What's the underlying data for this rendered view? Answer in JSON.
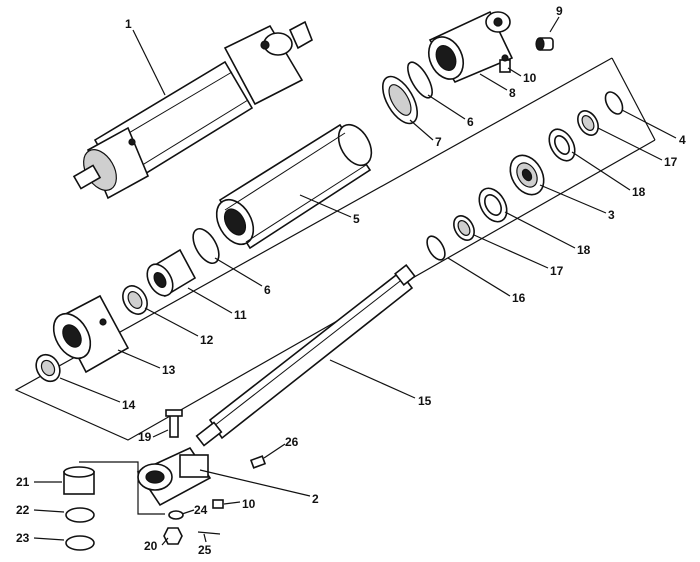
{
  "callouts": [
    {
      "id": "c1",
      "text": "1"
    },
    {
      "id": "c2",
      "text": "2"
    },
    {
      "id": "c3",
      "text": "3"
    },
    {
      "id": "c4",
      "text": "4"
    },
    {
      "id": "c5",
      "text": "5"
    },
    {
      "id": "c6a",
      "text": "6"
    },
    {
      "id": "c6b",
      "text": "6"
    },
    {
      "id": "c7",
      "text": "7"
    },
    {
      "id": "c8",
      "text": "8"
    },
    {
      "id": "c9",
      "text": "9"
    },
    {
      "id": "c10a",
      "text": "10"
    },
    {
      "id": "c10b",
      "text": "10"
    },
    {
      "id": "c11",
      "text": "11"
    },
    {
      "id": "c12",
      "text": "12"
    },
    {
      "id": "c13",
      "text": "13"
    },
    {
      "id": "c14",
      "text": "14"
    },
    {
      "id": "c15",
      "text": "15"
    },
    {
      "id": "c16",
      "text": "16"
    },
    {
      "id": "c17a",
      "text": "17"
    },
    {
      "id": "c17b",
      "text": "17"
    },
    {
      "id": "c18a",
      "text": "18"
    },
    {
      "id": "c18b",
      "text": "18"
    },
    {
      "id": "c19",
      "text": "19"
    },
    {
      "id": "c20",
      "text": "20"
    },
    {
      "id": "c21",
      "text": "21"
    },
    {
      "id": "c22",
      "text": "22"
    },
    {
      "id": "c23",
      "text": "23"
    },
    {
      "id": "c24",
      "text": "24"
    },
    {
      "id": "c25",
      "text": "25"
    },
    {
      "id": "c26",
      "text": "26"
    }
  ]
}
